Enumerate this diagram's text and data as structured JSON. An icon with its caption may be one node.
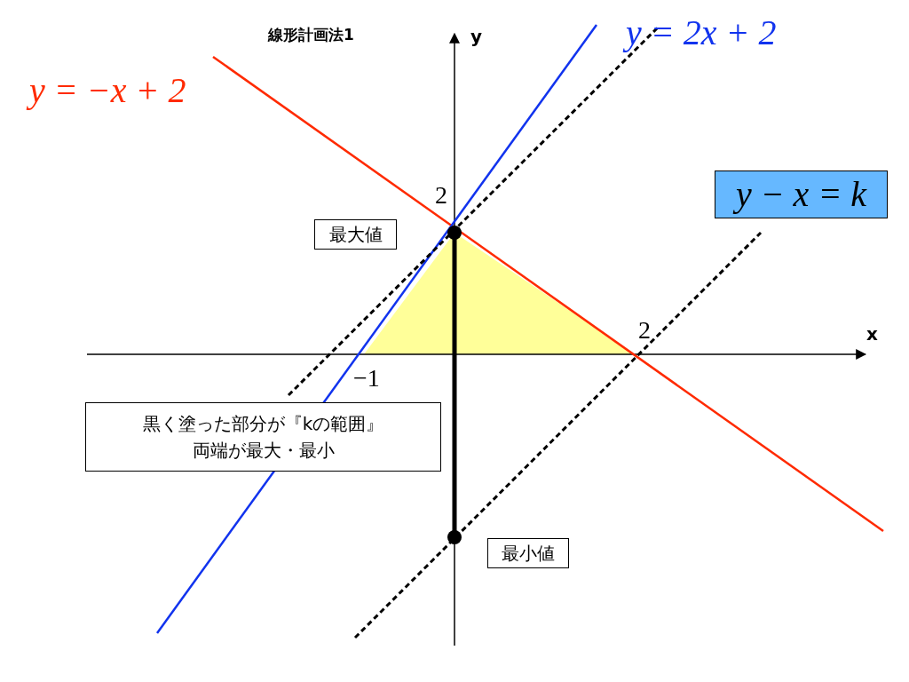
{
  "diagram": {
    "title": "線形計画法1",
    "nodes": [
      {
        "text": [
          "y − x = k"
        ]
      },
      {
        "text": [
          "最大値"
        ]
      },
      {
        "text": [
          "黒く塗った部分が『kの範囲』両端が最大・最小"
        ]
      },
      {
        "text": [
          "最小値"
        ]
      }
    ],
    "edges": [],
    "labels": [
      "y",
      "y = 2x + 2",
      "y = −x + 2",
      "2",
      "x",
      "2",
      "−1"
    ]
  }
}
